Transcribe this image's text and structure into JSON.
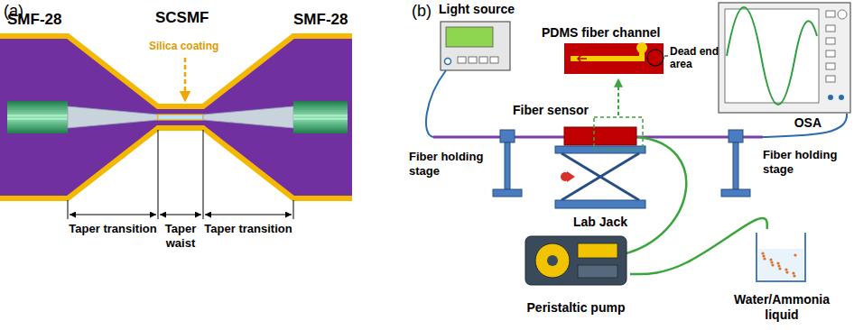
{
  "diagram": {
    "nodes": [
      {
        "text": [
          "Light source"
        ]
      },
      {
        "text": [
          "OSA"
        ]
      },
      {
        "text": [
          "Peristaltic pump"
        ]
      },
      {
        "text": [
          "Water/Ammonia liquid"
        ]
      }
    ],
    "edges": [
      {
        "from": 2,
        "to": 3,
        "arrow": "none"
      }
    ],
    "labels": [
      "(a)",
      "SMF-28",
      "SCSMF",
      "SMF-28",
      "Silica coating",
      "Taper transition",
      "Taper waist",
      "Taper transition",
      "(b)",
      "PDMS fiber channel",
      "Dead end area",
      "Fiber sensor",
      "Fiber holding stage",
      "Fiber holding stage",
      "Lab Jack"
    ]
  }
}
